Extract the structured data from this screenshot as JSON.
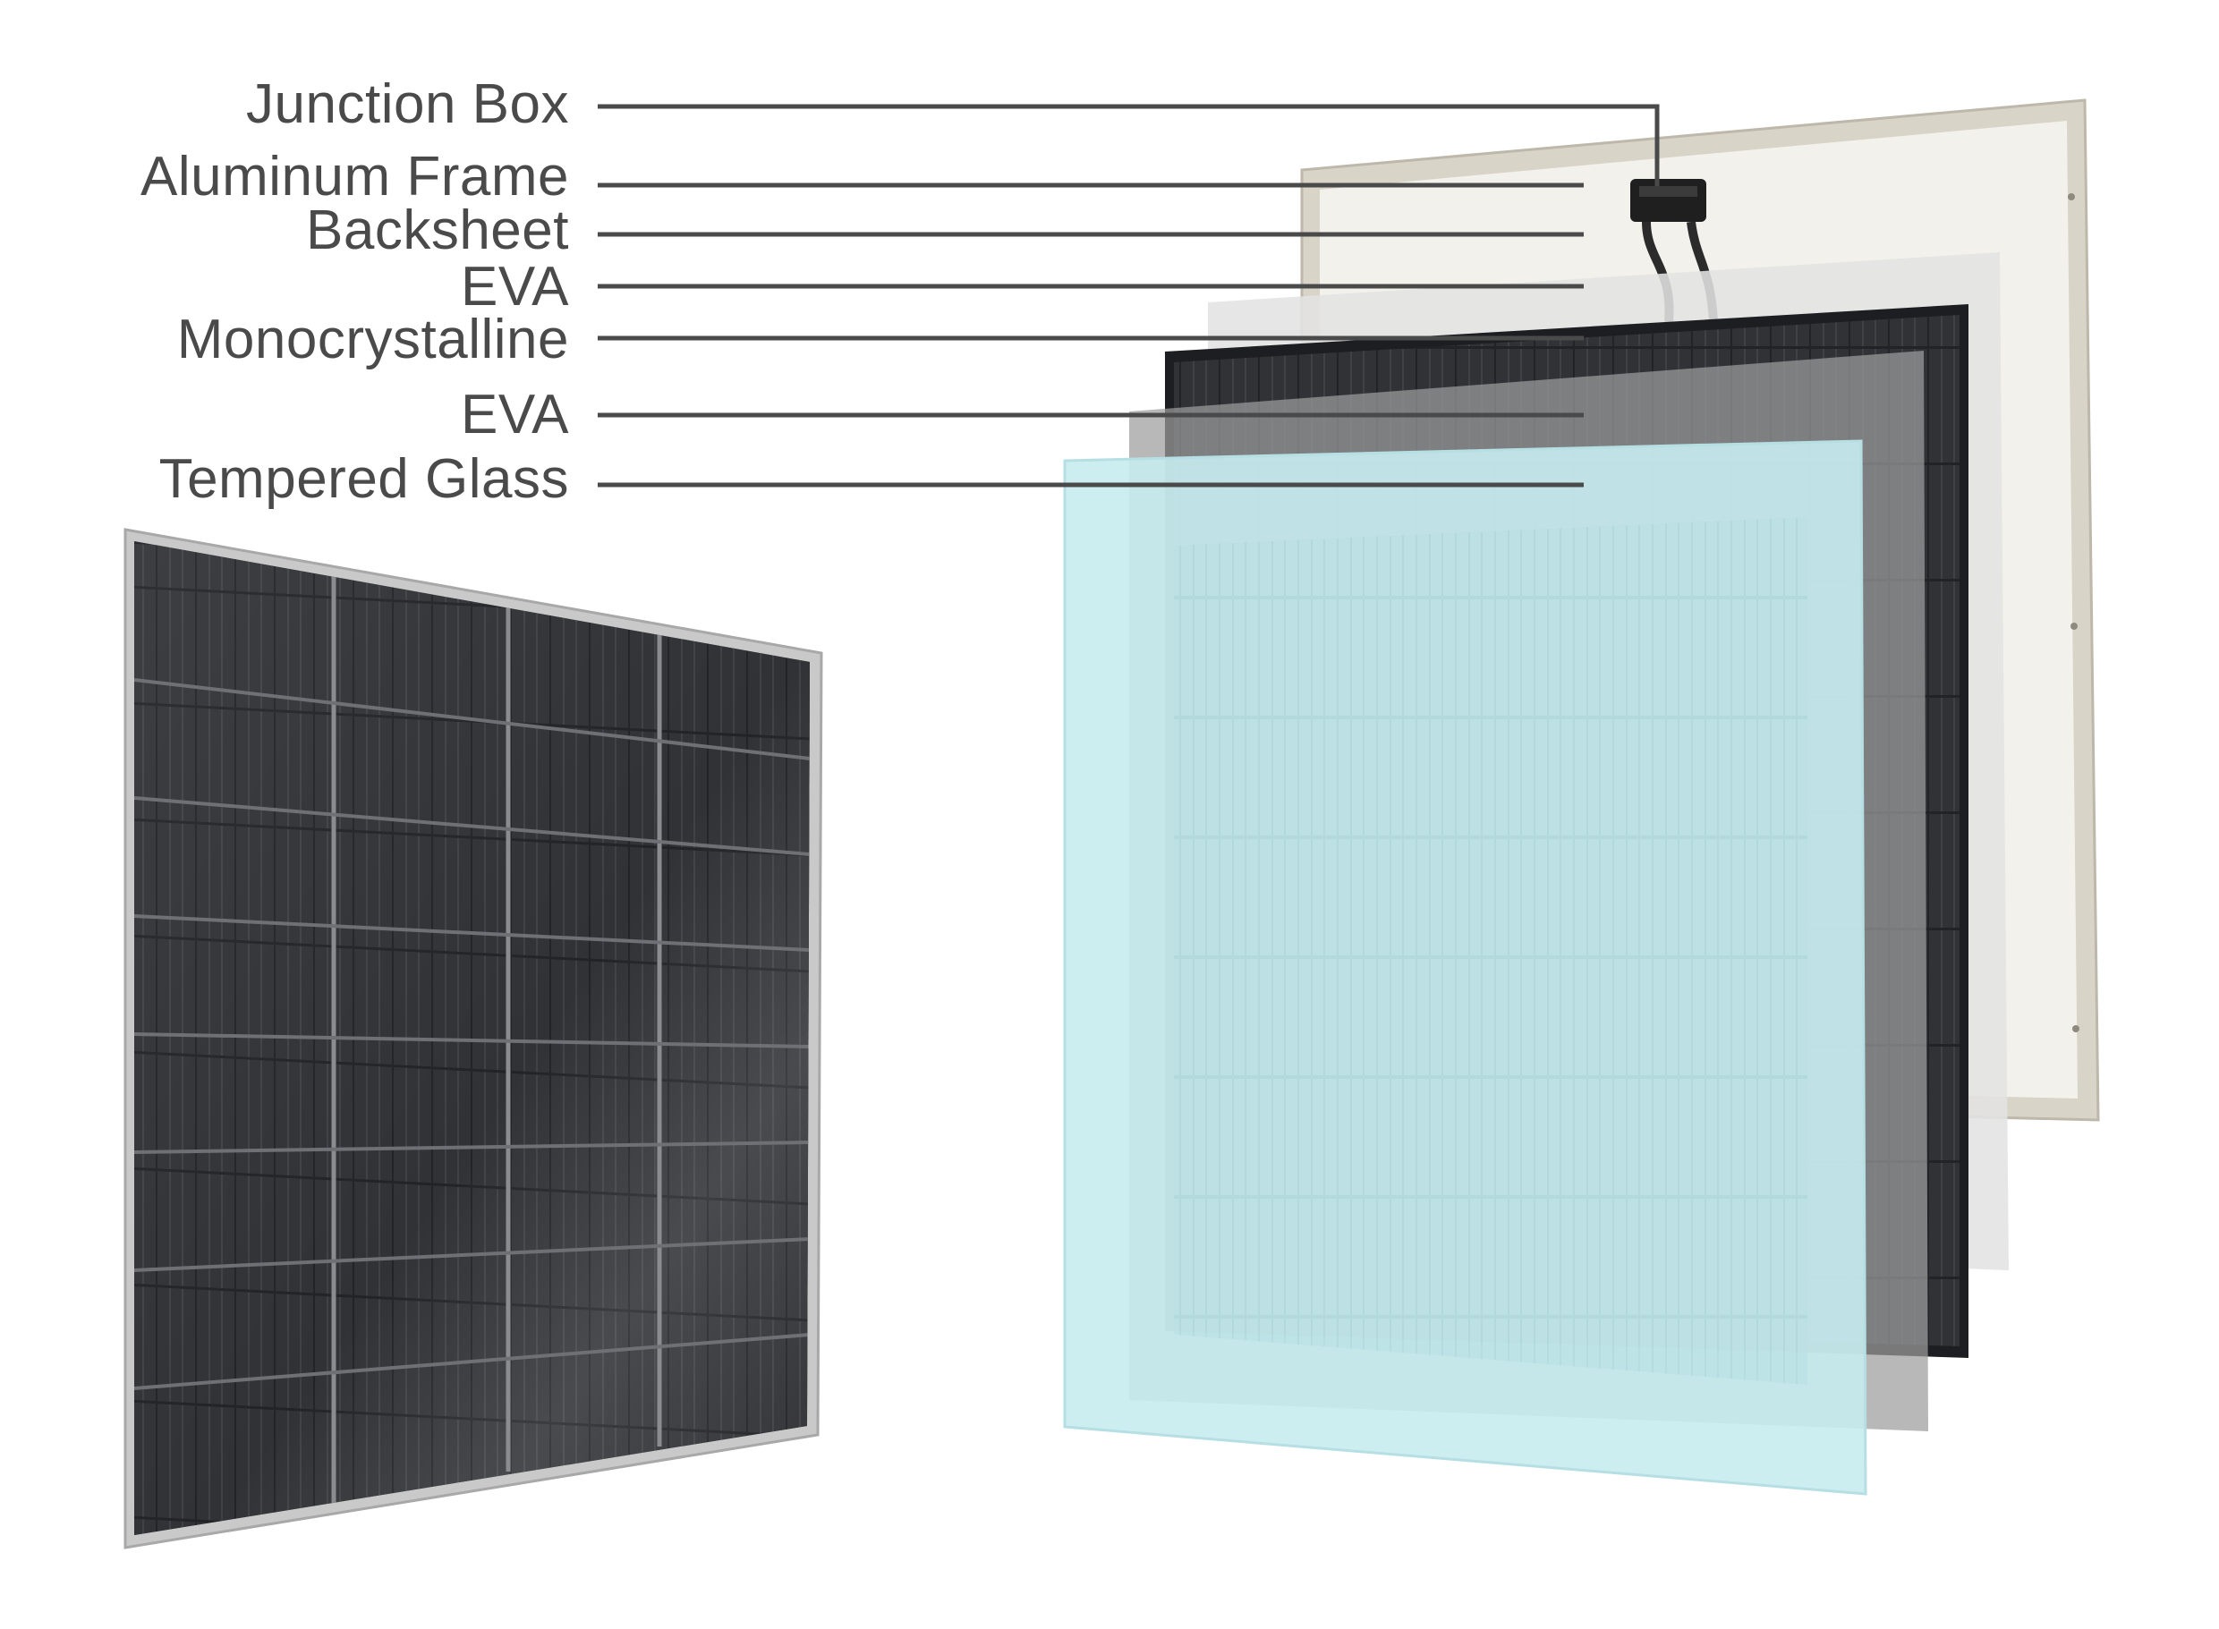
{
  "labels": [
    {
      "id": "junction-box",
      "text": "Junction Box"
    },
    {
      "id": "aluminum-frame",
      "text": "Aluminum Frame"
    },
    {
      "id": "backsheet",
      "text": "Backsheet"
    },
    {
      "id": "eva-top",
      "text": "EVA"
    },
    {
      "id": "monocrystalline",
      "text": "Monocrystalline"
    },
    {
      "id": "eva-bottom",
      "text": "EVA"
    },
    {
      "id": "tempered-glass",
      "text": "Tempered Glass"
    }
  ],
  "colors": {
    "label_text": "#4a4a4a",
    "leader_line": "#4a4a4a",
    "frame_silver": "#c9c9c9",
    "cell_dark": "#1c1c1e",
    "backsheet": "#f2f0ec",
    "eva_film": "#d6d6d6",
    "glass_tint": "#bfe6ea"
  }
}
